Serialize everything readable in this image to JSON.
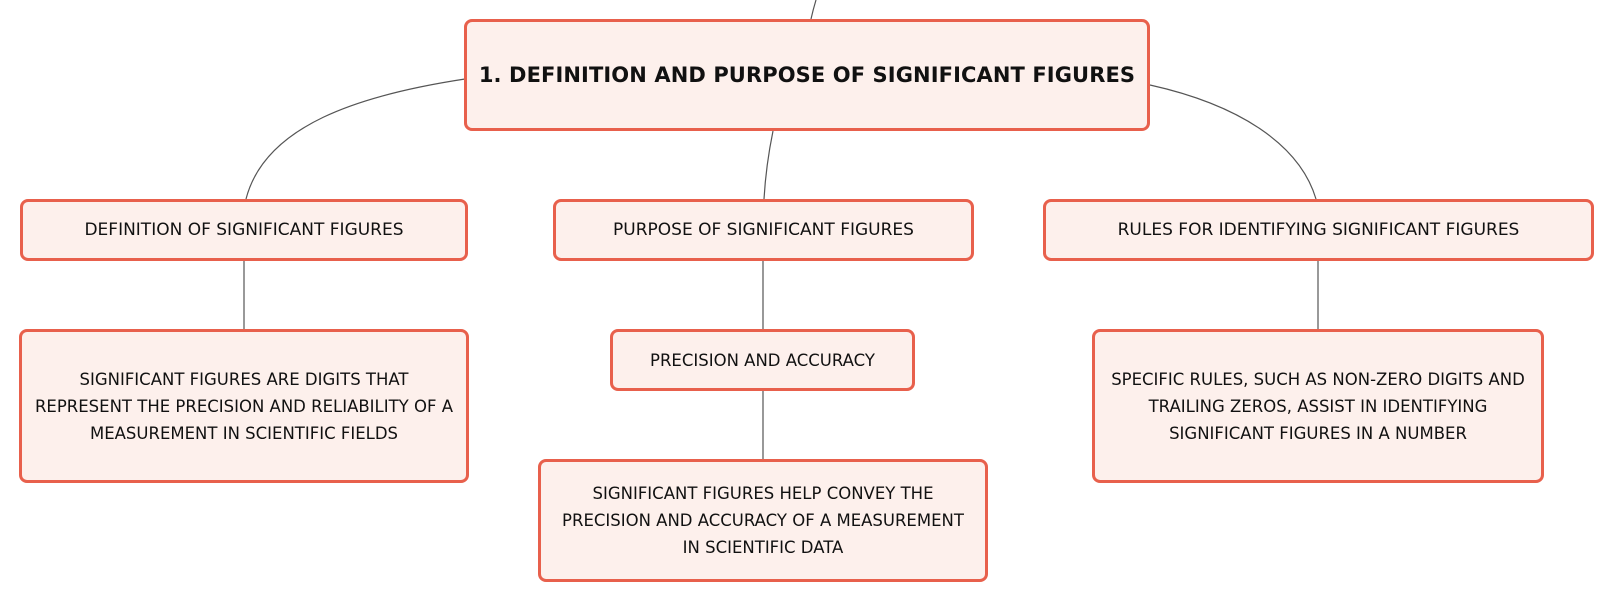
{
  "map": {
    "root": "1. DEFINITION AND PURPOSE OF SIGNIFICANT FIGURES",
    "branches": [
      {
        "title": "DEFINITION OF SIGNIFICANT FIGURES",
        "detail": "SIGNIFICANT FIGURES ARE DIGITS THAT REPRESENT THE PRECISION AND RELIABILITY OF A MEASUREMENT IN SCIENTIFIC FIELDS"
      },
      {
        "title": "PURPOSE OF SIGNIFICANT FIGURES",
        "subtopic": "PRECISION AND ACCURACY",
        "detail": "SIGNIFICANT FIGURES HELP CONVEY THE PRECISION AND ACCURACY OF A MEASUREMENT IN SCIENTIFIC DATA"
      },
      {
        "title": "RULES FOR IDENTIFYING SIGNIFICANT FIGURES",
        "detail": "SPECIFIC RULES, SUCH AS NON-ZERO DIGITS AND TRAILING ZEROS, ASSIST IN IDENTIFYING SIGNIFICANT FIGURES IN A NUMBER"
      }
    ]
  },
  "colors": {
    "node_border": "#e8604c",
    "node_fill": "#fdf0ec",
    "connector": "#555555"
  }
}
